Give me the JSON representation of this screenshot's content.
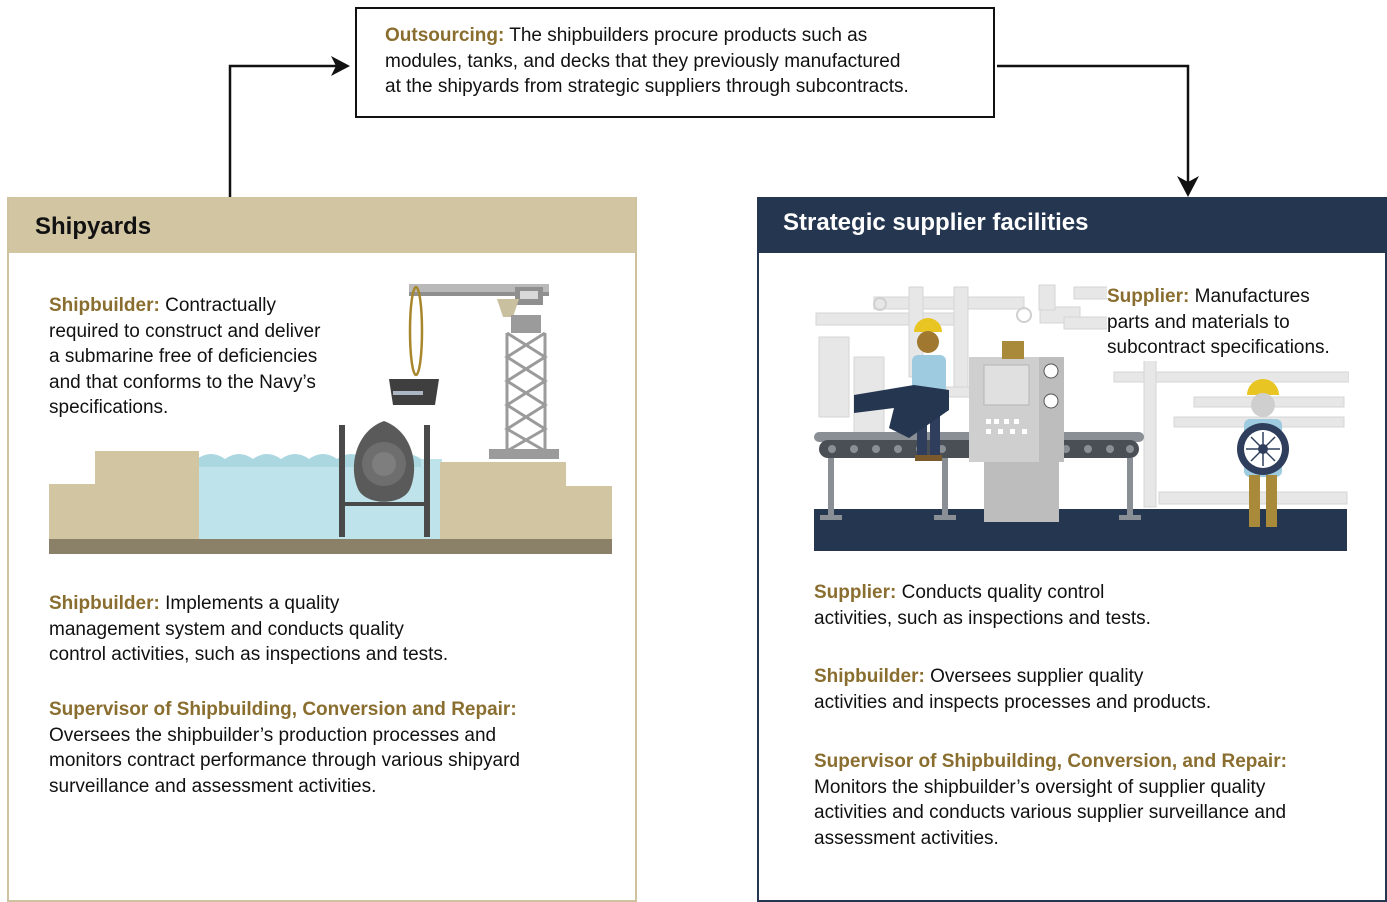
{
  "outsourcing": {
    "label": "Outsourcing:",
    "line1": "The shipbuilders procure products such as",
    "line2": "modules, tanks, and decks that they previously manufactured",
    "line3": "at the shipyards from strategic suppliers through subcontracts."
  },
  "shipyards": {
    "title": "Shipyards",
    "blocks": [
      {
        "label": "Shipbuilder:",
        "lines": [
          "Contractually",
          "required to construct and deliver",
          "a submarine free of deficiencies",
          "and that conforms to the Navy’s",
          "specifications."
        ]
      },
      {
        "label": "Shipbuilder:",
        "lines": [
          "Implements a quality",
          "management system and conducts quality",
          "control activities, such as inspections and tests."
        ]
      },
      {
        "label": "Supervisor of Shipbuilding, Conversion and Repair:",
        "lines": [
          "Oversees the shipbuilder’s production processes and",
          "monitors contract performance through various shipyard",
          "surveillance and assessment activities."
        ]
      }
    ]
  },
  "suppliers": {
    "title": "Strategic supplier facilities",
    "blocks": [
      {
        "label": "Supplier:",
        "lines": [
          "Manufactures",
          "parts and materials to",
          "subcontract specifications."
        ]
      },
      {
        "label": "Supplier:",
        "lines": [
          "Conducts quality control",
          "activities, such as inspections and tests."
        ]
      },
      {
        "label": "Shipbuilder:",
        "lines": [
          "Oversees supplier quality",
          "activities and inspects processes and products."
        ]
      },
      {
        "label": "Supervisor of Shipbuilding, Conversion, and Repair:",
        "lines": [
          "Monitors the shipbuilder’s oversight of supplier quality",
          "activities and conducts various supplier surveillance and",
          "assessment activities."
        ]
      }
    ]
  },
  "colors": {
    "label_gold": "#8a6e2f",
    "shipyard_tan": "#d1c5a2",
    "supplier_navy": "#243650",
    "water_blue": "#bfe3ea"
  }
}
